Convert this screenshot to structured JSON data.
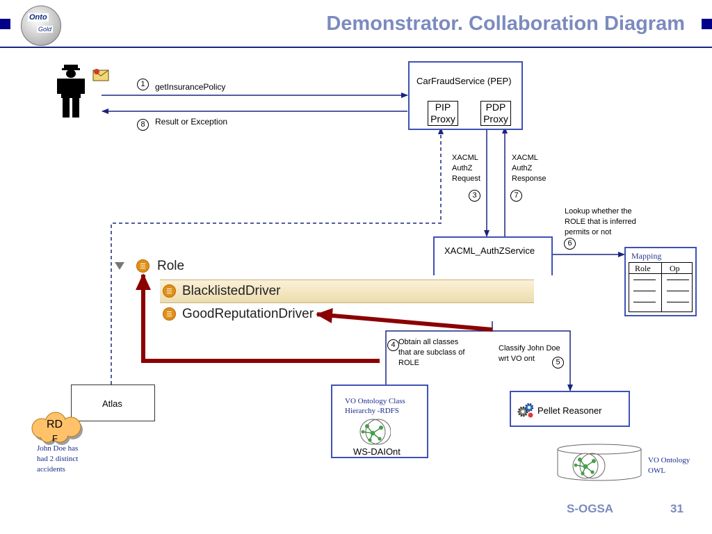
{
  "header": {
    "logo_text_top": "Onto",
    "logo_text_bottom": "Gold",
    "title": "Demonstrator. Collaboration Diagram"
  },
  "flows": {
    "step1_num": "1",
    "step1_label": "getInsurancePolicy",
    "step8_num": "8",
    "step8_label": "Result or Exception",
    "step3_num": "3",
    "step3_label": [
      "XACML",
      "AuthZ",
      "Request"
    ],
    "step7_num": "7",
    "step7_label": [
      "XACML",
      "AuthZ",
      "Response"
    ],
    "step6_num": "6",
    "step6_label": [
      "Lookup whether the",
      "ROLE that is inferred",
      "permits or not"
    ],
    "step4_num": "4",
    "step4_label": [
      "Obtain all classes",
      "that are subclass of",
      "ROLE"
    ],
    "step5_num": "5",
    "step5_label": [
      "Classify John Doe",
      "wrt VO ont"
    ]
  },
  "carfraud": {
    "title": "CarFraudService (PEP)",
    "pip_line1": "PIP",
    "pip_line2": "Proxy",
    "pdp_line1": "PDP",
    "pdp_line2": "Proxy"
  },
  "xacml_service": "XACML_AuthZService",
  "mapping": {
    "title": "Mapping",
    "col1": "Role",
    "col2": "Op"
  },
  "tree": {
    "root": "Role",
    "child1": "BlacklistedDriver",
    "child2": "GoodReputationDriver"
  },
  "atlas": "Atlas",
  "rdf": {
    "label_line1": "RD",
    "label_line2": "F",
    "note": [
      "John Doe has",
      "had 2 distinct",
      "accidents"
    ]
  },
  "vo_class": {
    "title": [
      "VO Ontology Class",
      "Hierarchy -RDFS"
    ],
    "name": "WS-DAIOnt"
  },
  "pellet": "Pellet Reasoner",
  "vo_owl": [
    "VO Ontology",
    "OWL"
  ],
  "footer": {
    "left": "S-OGSA",
    "page": "31"
  },
  "colors": {
    "title": "#7b8bbf",
    "accent": "#00008b",
    "box_border": "#3f51b5",
    "arrow": "#1a237e",
    "red_arrow": "#8b0000",
    "tree_dot": "#e0901a"
  }
}
